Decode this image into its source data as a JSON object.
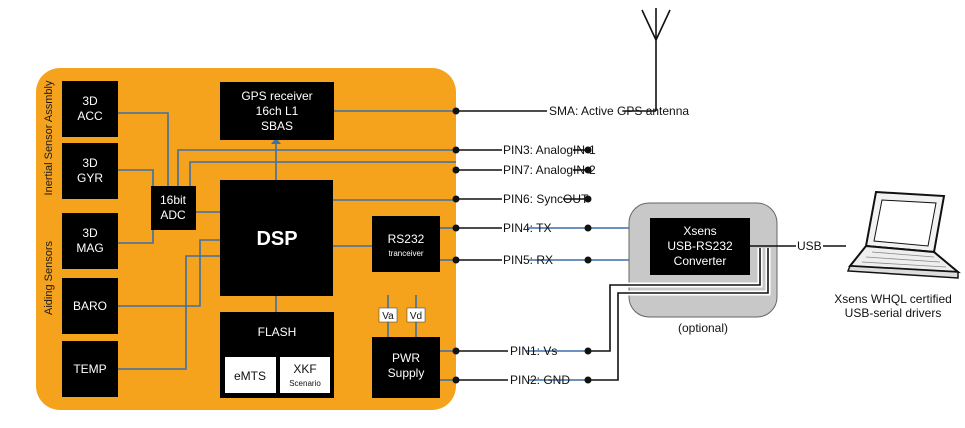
{
  "colors": {
    "board": "#F5A31C",
    "block": "#000000",
    "wire": "#3E6FA8",
    "converter_bg": "#C8C8C8"
  },
  "side_labels": {
    "inertial": "Inertial Sensor Assmbly",
    "aiding": "Aiding Sensors"
  },
  "sensors": {
    "acc": [
      "3D",
      "ACC"
    ],
    "gyr": [
      "3D",
      "GYR"
    ],
    "mag": [
      "3D",
      "MAG"
    ],
    "baro": "BARO",
    "temp": "TEMP"
  },
  "adc": [
    "16bit",
    "ADC"
  ],
  "gps": [
    "GPS receiver",
    "16ch L1",
    "SBAS"
  ],
  "dsp": "DSP",
  "rs232": {
    "title": "RS232",
    "sub": "tranceiver"
  },
  "flash": {
    "title": "FLASH",
    "emts": "eMTS",
    "xkf": "XKF",
    "xkf_sub": "Scenario"
  },
  "power": {
    "va": "Va",
    "vd": "Vd",
    "pwr": [
      "PWR",
      "Supply"
    ]
  },
  "pins": {
    "sma": "SMA: Active GPS antenna",
    "pin3": "PIN3: AnalogIN-1",
    "pin7": "PIN7: AnalogIN-2",
    "pin6": "PIN6: SyncOUT",
    "pin4": "PIN4: TX",
    "pin5": "PIN5: RX",
    "pin1": "PIN1: Vs",
    "pin2": "PIN2: GND"
  },
  "converter": {
    "lines": [
      "Xsens",
      "USB-RS232",
      "Converter"
    ],
    "note": "(optional)"
  },
  "usb": "USB",
  "laptop_caption": [
    "Xsens WHQL certified",
    "USB-serial drivers"
  ]
}
